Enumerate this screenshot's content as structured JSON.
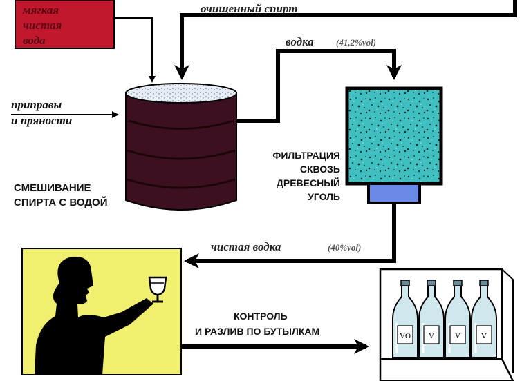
{
  "colors": {
    "background": "#ffffff",
    "water_box": "#c2182d",
    "water_text": "#5a0a14",
    "barrel": "#3c1020",
    "barrel_band": "#1a0509",
    "filter_fill": "#3fbfbf",
    "filter_bottom": "#6a8ae8",
    "taster_panel": "#f1ef6f",
    "bottle_glass": "#cfe8ee",
    "arrow": "#000000"
  },
  "water_box": {
    "line1": "мягкая",
    "line2": "чистая",
    "line3": "вода"
  },
  "labels": {
    "purified_spirit": "очищенный спирт",
    "vodka": "водка",
    "vodka_abv": "(41,2%vol)",
    "spices_line1": "приправы",
    "spices_line2": "и пряности",
    "mixing_line1": "СМЕШИВАНИЕ",
    "mixing_line2": "СПИРТА С ВОДОЙ",
    "filtration_line1": "ФИЛЬТРАЦИЯ",
    "filtration_line2": "СКВОЗЬ",
    "filtration_line3": "ДРЕВЕСНЫЙ",
    "filtration_line4": "УГОЛЬ",
    "pure_vodka": "чистая водка",
    "pure_vodka_abv": "(40%vol)",
    "control_line1": "КОНТРОЛЬ",
    "control_line2": "И РАЗЛИВ ПО БУТЫЛКАМ"
  },
  "bottle_labels": [
    "VO",
    "V",
    "V",
    "V"
  ],
  "icons": [
    "barrel-icon",
    "charcoal-filter-icon",
    "taster-silhouette-icon",
    "wine-glass-icon",
    "bottle-icon"
  ]
}
